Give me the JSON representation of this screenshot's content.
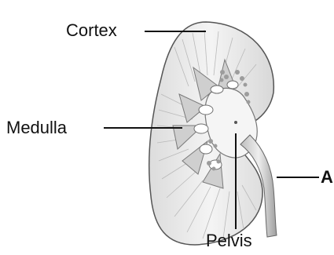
{
  "labels": {
    "cortex": "Cortex",
    "medulla": "Medulla",
    "pelvis": "Pelvis",
    "ureter": "A"
  },
  "colors": {
    "ink": "#111111",
    "tissue": "#f1f1f1",
    "medulla_pyramids": "#cfcfcf",
    "outline": "#555555"
  }
}
